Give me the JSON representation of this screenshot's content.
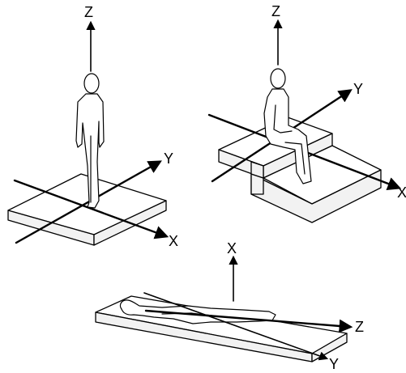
{
  "colors": {
    "line": "#000000",
    "background": "#ffffff",
    "shade": "#f2f2f2"
  },
  "standing": {
    "axes": {
      "z": "Z",
      "y": "Y",
      "x": "X"
    }
  },
  "seated": {
    "axes": {
      "z": "Z",
      "y": "Y",
      "x": "X"
    }
  },
  "supine": {
    "axes": {
      "x": "X",
      "z": "Z",
      "y": "Y"
    }
  }
}
